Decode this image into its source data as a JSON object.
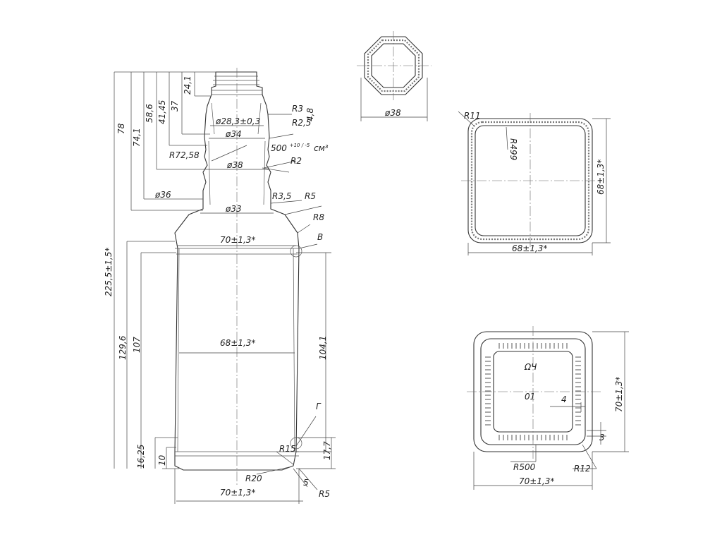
{
  "palette": {
    "line": "#333333",
    "paper": "#ffffff"
  },
  "main_view": {
    "height_dims": [
      "78",
      "74,1",
      "58,6",
      "41,45",
      "37",
      "24,1",
      "225,5±1,5*",
      "129,6",
      "107",
      "16,25",
      "10"
    ],
    "diameters": [
      "ø28,3±0,3",
      "ø34",
      "ø38",
      "ø36",
      "ø33"
    ],
    "radii": [
      "R3",
      "R2,5",
      "R2",
      "R3,5",
      "R5",
      "R8",
      "R72,58",
      "R15",
      "R20",
      "R5"
    ],
    "neck_height": "4,8",
    "volume": "500",
    "volume_tol": "+10 / -5",
    "volume_unit": "см³",
    "shoulder_width": "70±1,3*",
    "body_width": "68±1,3*",
    "base_width": "70±1,3*",
    "right_height": "104,1",
    "base_height": "17,7",
    "base_offset": "5",
    "detail_b": "В",
    "detail_g": "Г"
  },
  "neck_section": {
    "diameter": "ø38"
  },
  "body_section": {
    "radius_outer": "R11",
    "radius_inner": "R499",
    "width": "68±1,3*",
    "height": "68±1,3*"
  },
  "bottom_view": {
    "mark_top": "ΩЧ",
    "mark_code": "01",
    "dim_4": "4",
    "dim_3": "3",
    "radius_big": "R500",
    "radius_corner": "R12",
    "width": "70±1,3*",
    "height": "70±1,3*"
  }
}
